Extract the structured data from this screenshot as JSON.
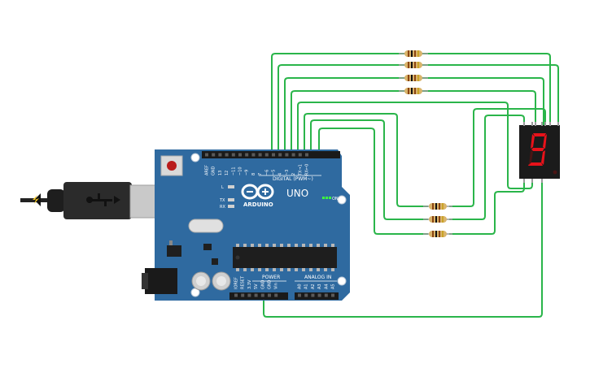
{
  "board": {
    "brand": "ARDUINO",
    "model": "UNO",
    "digital_label": "DIGITAL (PWM~)",
    "power_label": "POWER",
    "analog_label": "ANALOG IN",
    "on_label": "ON",
    "led_l": "L",
    "led_tx": "TX",
    "led_rx": "RX",
    "digital_pins": [
      "AREF",
      "GND",
      "13",
      "12",
      "~11",
      "~10",
      "~9",
      "8",
      "7",
      "~6",
      "~5",
      "4",
      "~3",
      "2",
      "TX→1",
      "RX←0"
    ],
    "power_pins": [
      "IOREF",
      "RESET",
      "3.3V",
      "5V",
      "GND",
      "GND",
      "Vin"
    ],
    "analog_pins": [
      "A0",
      "A1",
      "A2",
      "A3",
      "A4",
      "A5"
    ]
  },
  "display": {
    "digit": "9",
    "segment_on_color": "#e8121a",
    "segment_off_color": "#4a1414"
  },
  "colors": {
    "board": "#2f6aa0",
    "wire": "#2ab54a",
    "resistor_body": "#d9b46b"
  },
  "components": {
    "resistor_count": 7,
    "usb_cable": "usb-b-cable"
  }
}
